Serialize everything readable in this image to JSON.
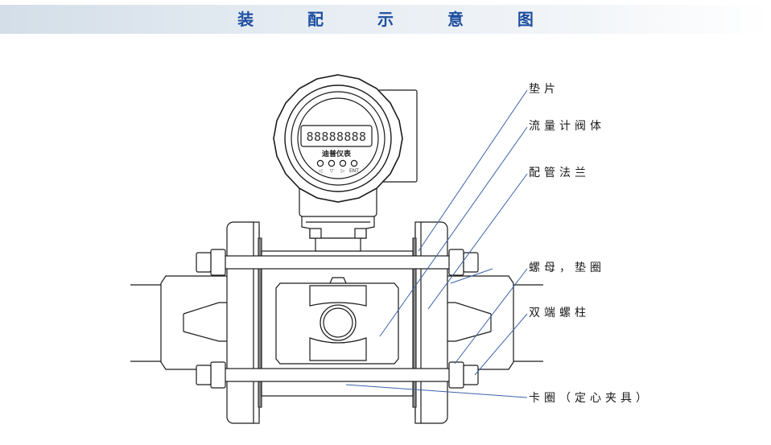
{
  "title": "装 配 示 意 图",
  "meter": {
    "display_digits": "88888888",
    "brand": "迪普仪表",
    "button_labels": [
      "◁",
      "▽",
      "▷",
      "ENT"
    ]
  },
  "labels": {
    "gasket": "垫片",
    "meter_body": "流量计阀体",
    "pipe_flange": "配管法兰",
    "nut_washer": "螺母，垫圈",
    "stud": "双端螺柱",
    "clamp": "卡圈（定心夹具）"
  },
  "colors": {
    "title": "#1f4fa0",
    "leader_line": "#3b62a8",
    "outline": "#1a1a1a"
  }
}
